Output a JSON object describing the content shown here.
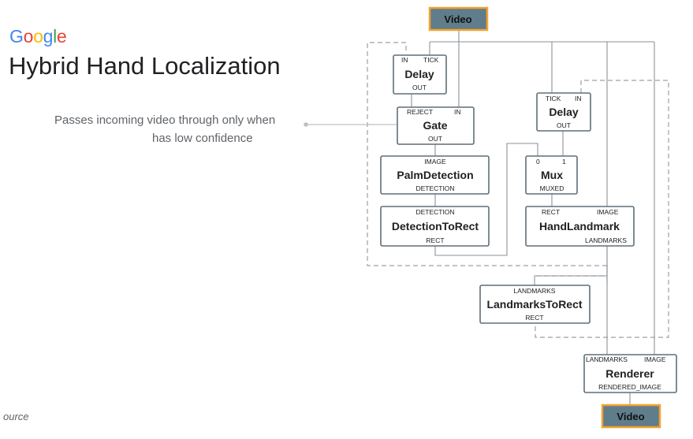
{
  "header": {
    "brand_letters": [
      {
        "ch": "G",
        "color": "#4285F4"
      },
      {
        "ch": "o",
        "color": "#EA4335"
      },
      {
        "ch": "o",
        "color": "#FBBC05"
      },
      {
        "ch": "g",
        "color": "#4285F4"
      },
      {
        "ch": "l",
        "color": "#34A853"
      },
      {
        "ch": "e",
        "color": "#EA4335"
      }
    ],
    "title": "Hybrid Hand Localization"
  },
  "annotation": {
    "line1": "Passes incoming video through only when",
    "line2": "has low confidence"
  },
  "footer": {
    "text": "ource"
  },
  "diagram": {
    "video_in": "Video",
    "video_out": "Video",
    "nodes": {
      "delay1": {
        "name": "Delay",
        "in_ports": [
          "IN",
          "TICK"
        ],
        "out_ports": [
          "OUT"
        ]
      },
      "gate": {
        "name": "Gate",
        "in_ports": [
          "REJECT",
          "IN"
        ],
        "out_ports": [
          "OUT"
        ]
      },
      "palm": {
        "name": "PalmDetection",
        "in_ports": [
          "IMAGE"
        ],
        "out_ports": [
          "DETECTION"
        ]
      },
      "d2r": {
        "name": "DetectionToRect",
        "in_ports": [
          "DETECTION"
        ],
        "out_ports": [
          "RECT"
        ]
      },
      "delay2": {
        "name": "Delay",
        "in_ports": [
          "TICK",
          "IN"
        ],
        "out_ports": [
          "OUT"
        ]
      },
      "mux": {
        "name": "Mux",
        "in_ports": [
          "0",
          "1"
        ],
        "out_ports": [
          "MUXED"
        ]
      },
      "handlm": {
        "name": "HandLandmark",
        "in_ports": [
          "RECT",
          "IMAGE"
        ],
        "out_ports": [
          "LANDMARKS"
        ]
      },
      "l2r": {
        "name": "LandmarksToRect",
        "in_ports": [
          "LANDMARKS"
        ],
        "out_ports": [
          "RECT"
        ]
      },
      "renderer": {
        "name": "Renderer",
        "in_ports": [
          "LANDMARKS",
          "IMAGE"
        ],
        "out_ports": [
          "RENDERED_IMAGE"
        ]
      }
    }
  }
}
